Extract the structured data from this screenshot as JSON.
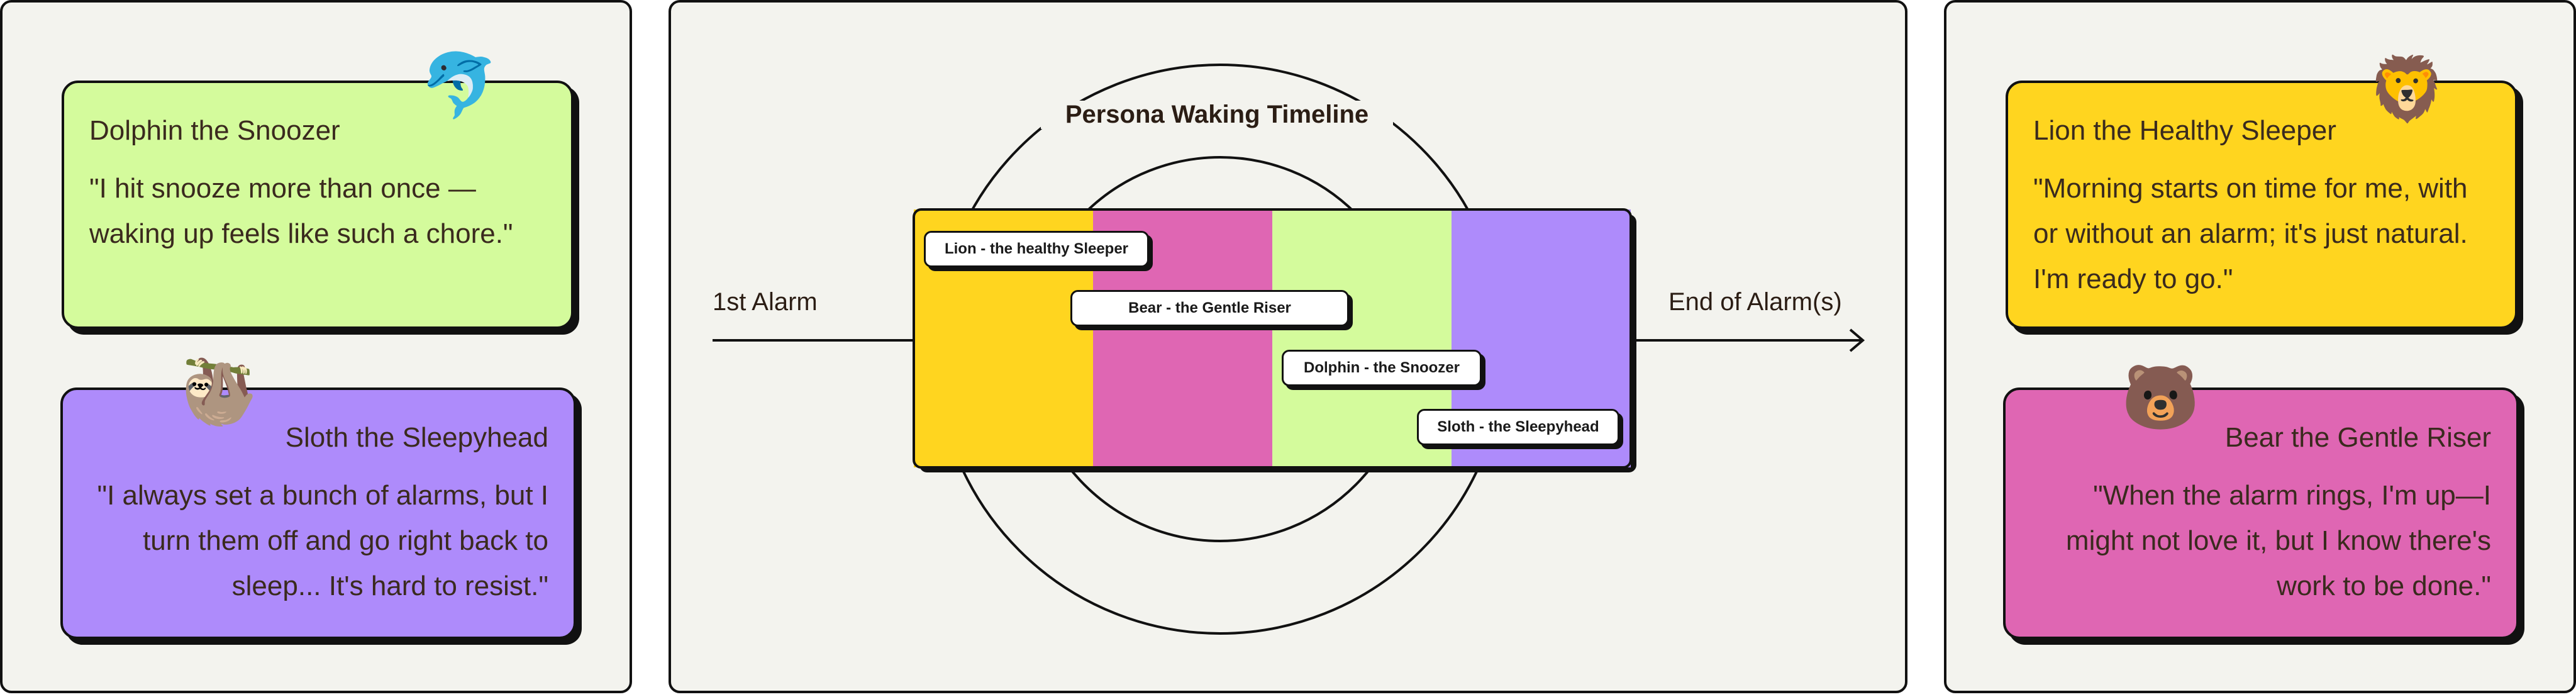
{
  "left_cards": [
    {
      "name": "Dolphin the Snoozer",
      "quote": "\"I hit snooze more than once — waking up feels like such a chore.\"",
      "icon": "dolphin-icon",
      "color": "#d4fb9c"
    },
    {
      "name": "Sloth the Sleepyhead",
      "quote": "\"I always set a bunch of alarms, but I turn them off and go right back to sleep... It's hard to resist.\"",
      "icon": "sloth-icon",
      "color": "#ae8bfb"
    }
  ],
  "right_cards": [
    {
      "name": "Lion the Healthy Sleeper",
      "quote": "\"Morning starts on time for me, with or without an alarm; it's just natural. I'm ready to go.\"",
      "icon": "lion-icon",
      "color": "#ffd51f"
    },
    {
      "name": "Bear the Gentle Riser",
      "quote": "\"When the alarm rings, I'm up—I might not love it, but I know there's work to be done.\"",
      "icon": "bear-icon",
      "color": "#df66b3"
    }
  ],
  "diagram": {
    "title": "Persona Waking Timeline",
    "start_label": "1st Alarm",
    "end_label": "End of Alarm(s)",
    "bands": [
      {
        "color": "#ffd51f"
      },
      {
        "color": "#df66b3"
      },
      {
        "color": "#d4fb9c"
      },
      {
        "color": "#ae8bfb"
      }
    ],
    "tags": [
      {
        "label": "Lion - the healthy Sleeper"
      },
      {
        "label": "Bear - the Gentle Riser"
      },
      {
        "label": "Dolphin - the Snoozer"
      },
      {
        "label": "Sloth - the Sleepyhead"
      }
    ]
  }
}
